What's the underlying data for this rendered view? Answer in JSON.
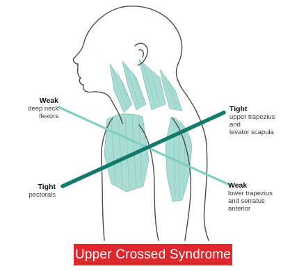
{
  "labels": {
    "weak_top": {
      "head": "Weak",
      "body": "deep neck\nflexors"
    },
    "tight_top": {
      "head": "Tight",
      "body": "upper trapezius\nand\nlevator scapula"
    },
    "tight_bottom": {
      "head": "Tight",
      "body": "pectorals"
    },
    "weak_bottom": {
      "head": "Weak",
      "body": "lower trapezius\nand serratus\nanterior"
    }
  },
  "title": "Upper Crossed Syndrome",
  "colors": {
    "tight_line": "#127a6a",
    "weak_line": "#7fcfc2",
    "muscle": "#a9dcd3",
    "outline": "#4a4a4a",
    "banner": "#e0272d"
  }
}
